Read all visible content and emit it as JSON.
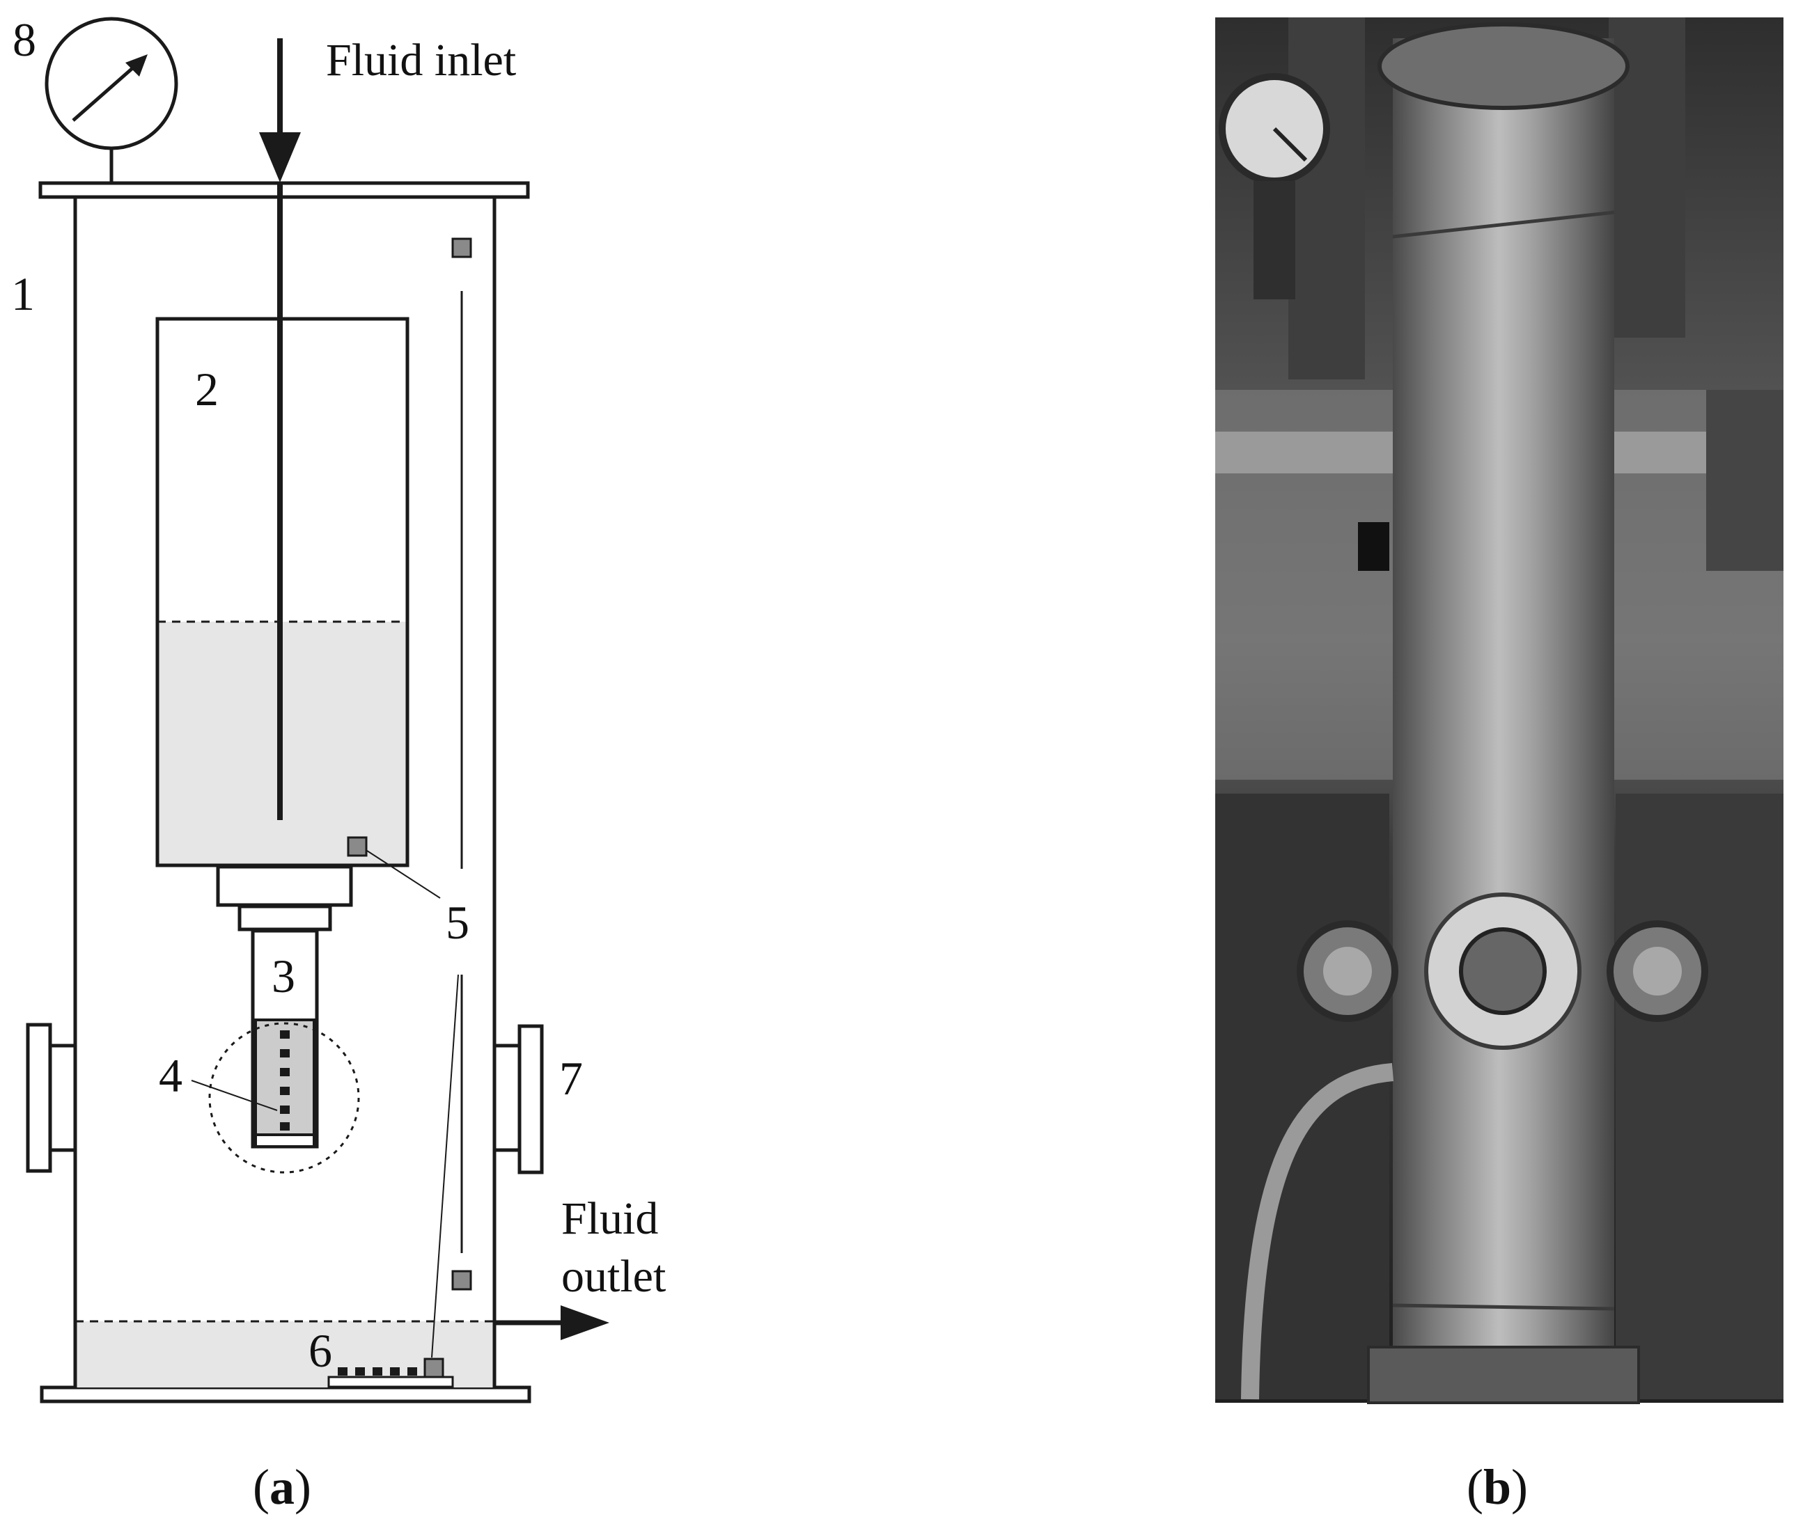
{
  "diagram": {
    "labels": {
      "n1": "1",
      "n2": "2",
      "n3": "3",
      "n4": "4",
      "n5": "5",
      "n6": "6",
      "n7": "7",
      "n8": "8"
    },
    "fluid_inlet": "Fluid inlet",
    "fluid_outlet_line1": "Fluid",
    "fluid_outlet_line2": "outlet",
    "caption_open": "(",
    "caption_a_letter": "a",
    "caption_close": ")"
  },
  "photo": {
    "caption_open": "(",
    "caption_b_letter": "b",
    "caption_close": ")"
  },
  "colors": {
    "line": "#1a1a1a",
    "liquid": "#e6e6e6",
    "sensor": "#8a8a8a",
    "photo_background": "#3a3a3a",
    "column_metal": "#8e8e8e"
  }
}
